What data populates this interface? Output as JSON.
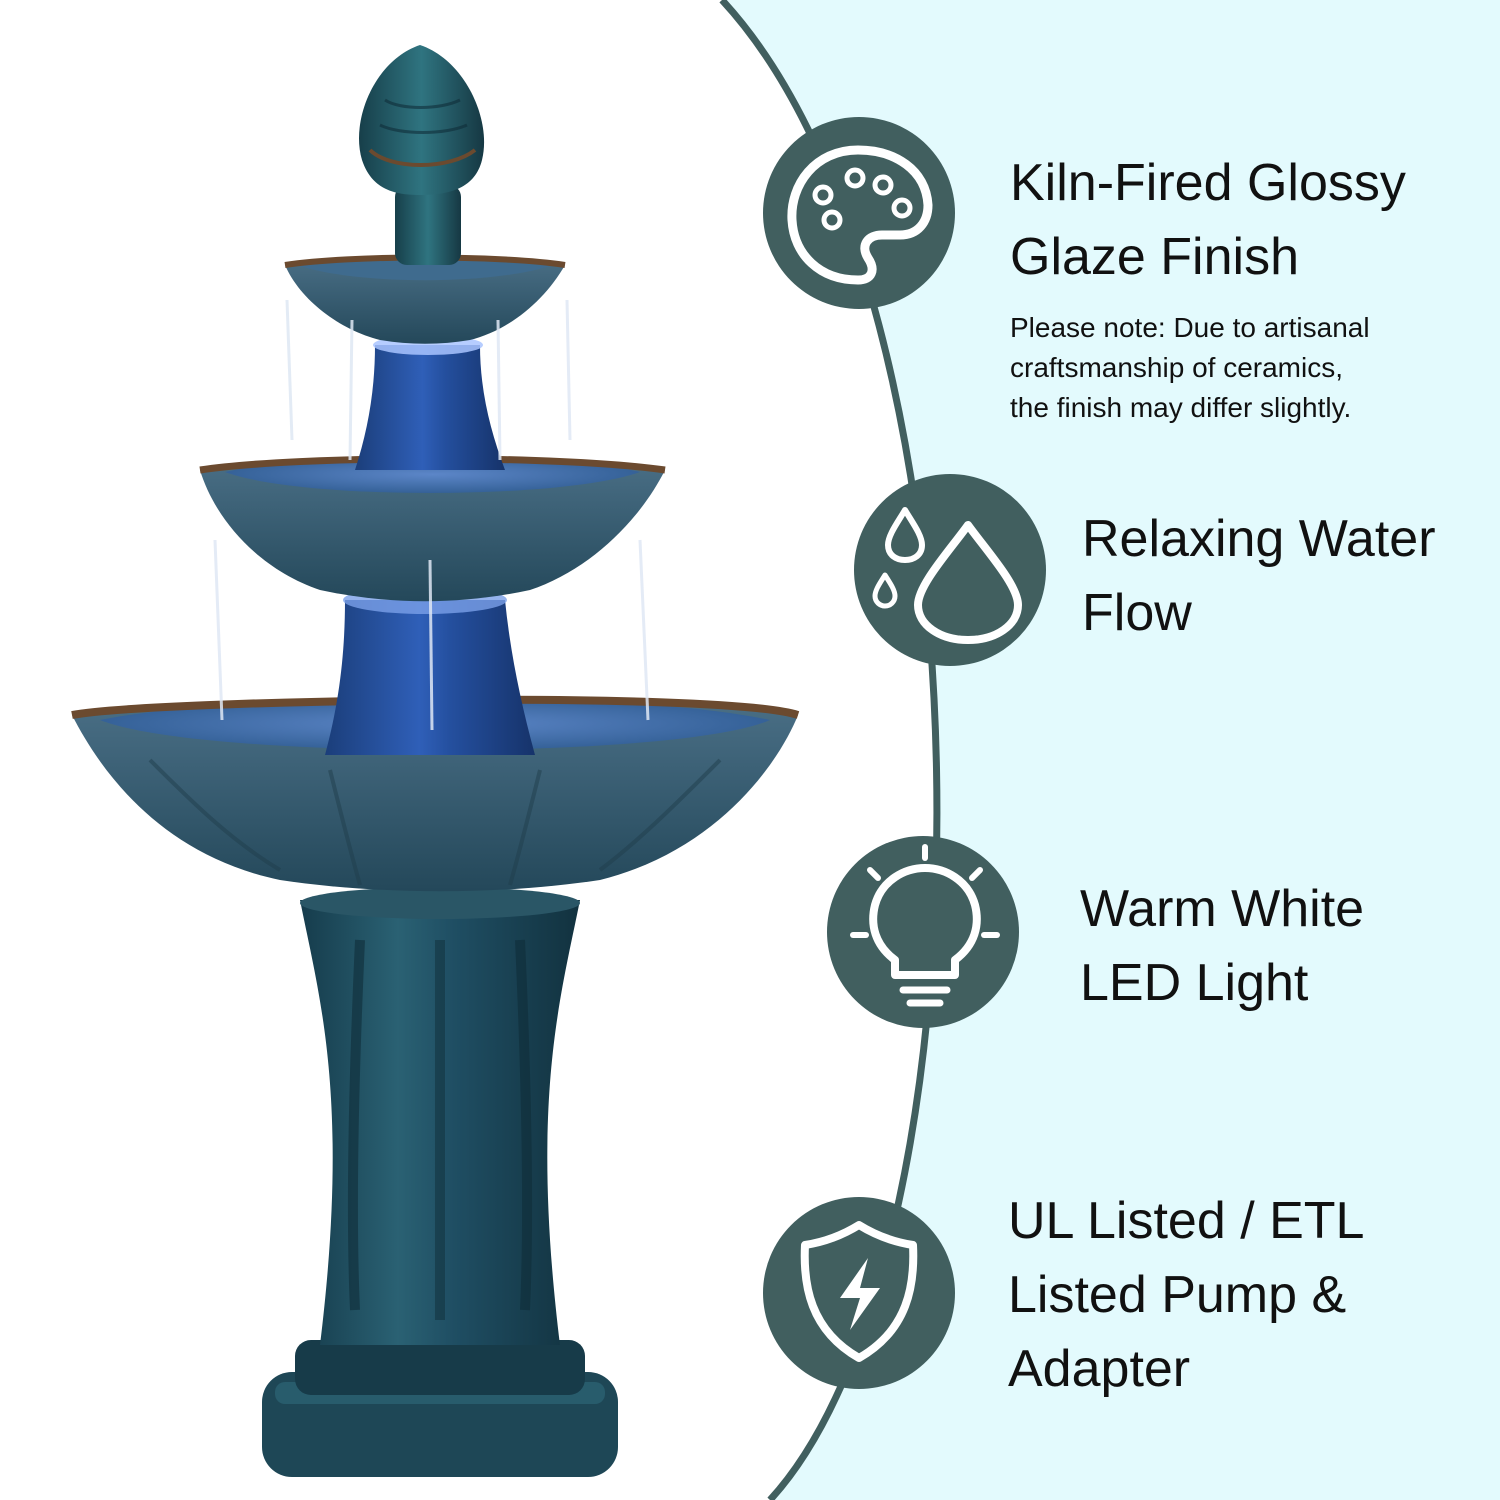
{
  "colors": {
    "background_left": "#ffffff",
    "background_right": "#e3fafd",
    "accent": "#415f5f",
    "icon_line": "#ffffff",
    "text": "#111111",
    "glaze_dark": "#1d4a5c",
    "glaze_blue": "#2a58a8",
    "glaze_rim": "#6b4a2f"
  },
  "features": [
    {
      "id": "glaze",
      "icon": "palette-icon",
      "title_lines": [
        "Kiln-Fired Glossy",
        "Glaze Finish"
      ],
      "note_lines": [
        "Please note: Due to artisanal",
        "craftsmanship of ceramics,",
        "the finish may differ slightly."
      ]
    },
    {
      "id": "water",
      "icon": "water-drops-icon",
      "title_lines": [
        "Relaxing Water",
        "Flow"
      ]
    },
    {
      "id": "led",
      "icon": "light-bulb-icon",
      "title_lines": [
        "Warm White",
        "LED Light"
      ]
    },
    {
      "id": "safety",
      "icon": "shield-lightning-icon",
      "title_lines": [
        "UL Listed / ETL",
        "Listed Pump &",
        "Adapter"
      ]
    }
  ]
}
